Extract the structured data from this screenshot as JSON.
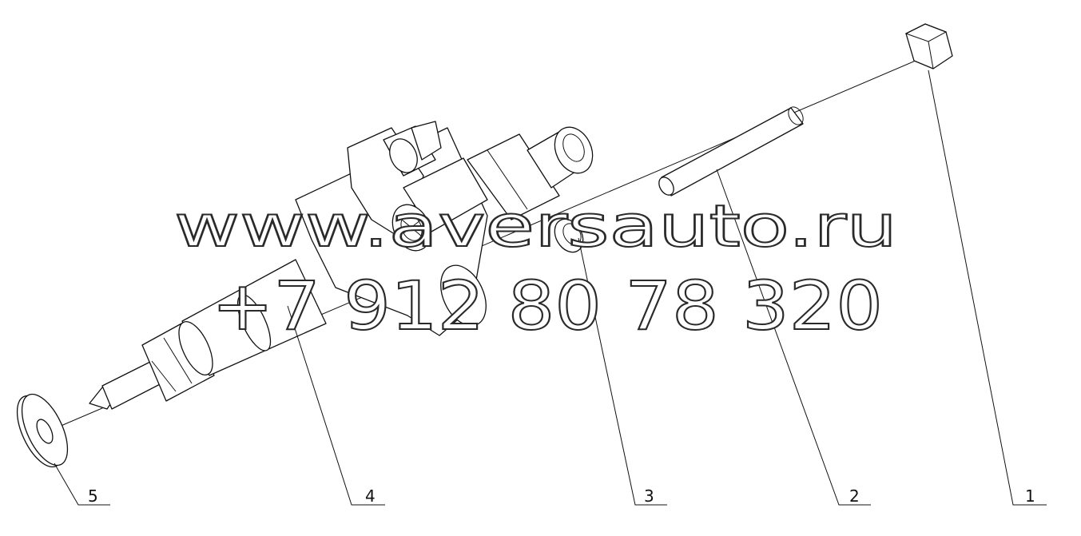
{
  "diagram": {
    "callouts": [
      {
        "id": "1",
        "label": "1"
      },
      {
        "id": "2",
        "label": "2"
      },
      {
        "id": "3",
        "label": "3"
      },
      {
        "id": "4",
        "label": "4"
      },
      {
        "id": "5",
        "label": "5"
      }
    ]
  },
  "watermark": {
    "site": "www.aversauto.ru",
    "phone": "+7 912 80 78 320"
  }
}
